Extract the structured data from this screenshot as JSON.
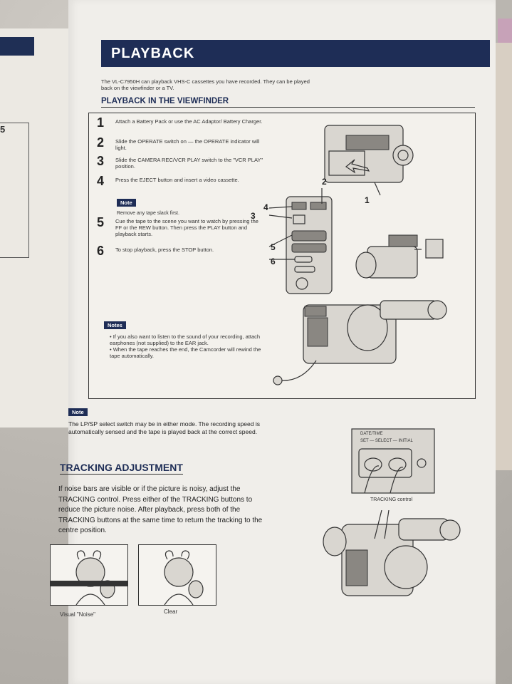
{
  "header": {
    "title": "PLAYBACK"
  },
  "intro": "The VL-C7950H can playback VHS-C cassettes you have recorded. They can be played back on the viewfinder or a TV.",
  "section": {
    "title": "PLAYBACK IN THE VIEWFINDER"
  },
  "steps": [
    {
      "num": "1",
      "text": "Attach a Battery Pack or use the AC Adaptor/ Battery Charger."
    },
    {
      "num": "2",
      "text": "Slide the OPERATE switch on — the OPERATE indicator will light."
    },
    {
      "num": "3",
      "text": "Slide the CAMERA REC/VCR PLAY switch to the \"VCR PLAY\" position."
    },
    {
      "num": "4",
      "text": "Press the EJECT button and insert a video cassette."
    },
    {
      "num": "5",
      "text": "Cue the tape to the scene you want to watch by pressing the FF or the REW button. Then press the PLAY button and playback starts."
    },
    {
      "num": "6",
      "text": "To stop playback, press the STOP button."
    }
  ],
  "note_small": {
    "tag": "Note",
    "text": "Remove any tape slack first."
  },
  "notes": {
    "tag": "Notes",
    "items": [
      "If you also want to listen to the sound of your recording, attach earphones (not supplied) to the EAR jack.",
      "When the tape reaches the end, the Camcorder will rewind the tape automatically."
    ]
  },
  "note_lower": {
    "tag": "Note",
    "text": "The LP/SP select switch may be in either mode. The recording speed is automatically sensed and the tape is played back at the correct speed."
  },
  "tracking": {
    "title": "TRACKING ADJUSTMENT",
    "text": "If noise bars are visible or if the picture is noisy, adjust the TRACKING control. Press either of the TRACKING buttons to reduce the picture noise. After playback, press both of the TRACKING buttons at the same time to return the tracking to the centre position.",
    "label_noise": "Visual \"Noise\"",
    "label_clear": "Clear",
    "control_label": "TRACKING control",
    "panel_top": "DATE/TIME",
    "panel_sub": "SET — SELECT — INITIAL"
  },
  "callouts": {
    "c1": "1",
    "c2": "2",
    "c3": "3",
    "c4": "4",
    "c5": "5",
    "c6": "6"
  },
  "left_page": {
    "digit": "5"
  },
  "colors": {
    "header_bg": "#1e2d56",
    "paper": "#f0eeea"
  }
}
